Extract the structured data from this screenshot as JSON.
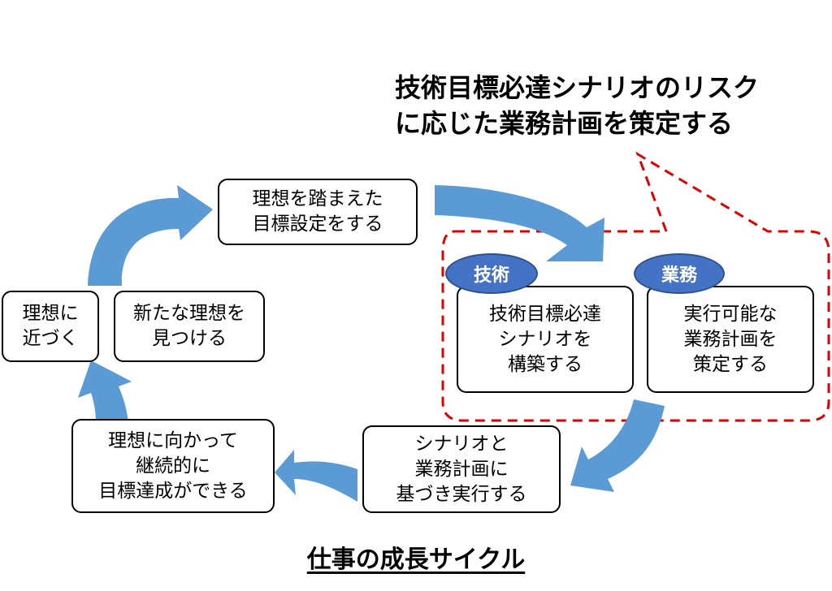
{
  "callout": "技術目標必達シナリオのリスク\nに応じた業務計画を策定する",
  "boxes": {
    "goal_setting": "理想を踏まえた\n目標設定をする",
    "approach_ideal": "理想に\n近づく",
    "find_new_ideal": "新たな理想を\n見つける",
    "tech_scenario": "技術目標必達\nシナリオを\n構築する",
    "business_plan": "実行可能な\n業務計画を\n策定する",
    "execute": "シナリオと\n業務計画に\n基づき実行する",
    "continuous_achieve": "理想に向かって\n継続的に\n目標達成ができる"
  },
  "labels": {
    "tech": "技術",
    "business": "業務"
  },
  "footer_title": "仕事の成長サイクル",
  "colors": {
    "arrow": "#5b9bd5",
    "pill": "#4472c4",
    "dashed": "#e00000"
  }
}
